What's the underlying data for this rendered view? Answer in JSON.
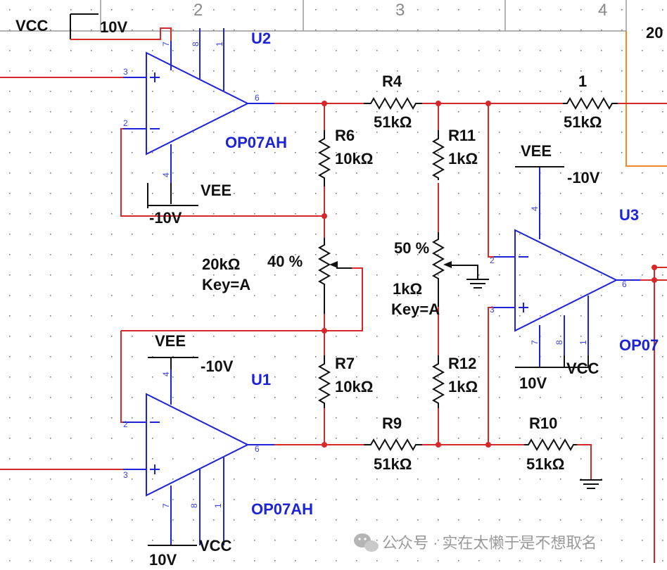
{
  "border_columns": [
    "2",
    "3",
    "4"
  ],
  "top_left": {
    "supply_label": "VCC",
    "supply_value": "10V"
  },
  "partial_value_right": "20",
  "u2": {
    "ref": "U2",
    "part": "OP07AH",
    "pins": {
      "in_plus": "3",
      "in_minus": "2",
      "out": "6",
      "vplus": "7",
      "vminus": "4",
      "n8": "8",
      "n1": "1"
    },
    "vee_label": "VEE",
    "vee_value": "-10V"
  },
  "u1": {
    "ref": "U1",
    "part": "OP07AH",
    "pins": {
      "in_plus": "3",
      "in_minus": "2",
      "out": "6",
      "vplus": "7",
      "vminus": "4",
      "n8": "8",
      "n1": "1"
    },
    "vee_label": "VEE",
    "vee_value": "-10V",
    "vcc_label": "VCC",
    "vcc_value": "10V"
  },
  "u3": {
    "ref": "U3",
    "part": "OP07",
    "pins": {
      "in_plus": "3",
      "in_minus": "2",
      "out": "6",
      "vplus": "7",
      "vminus": "4",
      "n8": "8",
      "n1": "1"
    },
    "vee_label": "VEE",
    "vee_value": "-10V",
    "vcc_label": "VCC",
    "vcc_value": "10V"
  },
  "resistors": {
    "r4": {
      "ref": "R4",
      "value": "51kΩ"
    },
    "r1": {
      "ref": "1",
      "value": "51kΩ"
    },
    "r6": {
      "ref": "R6",
      "value": "10kΩ"
    },
    "r11": {
      "ref": "R11",
      "value": "1kΩ"
    },
    "r7": {
      "ref": "R7",
      "value": "10kΩ"
    },
    "r12": {
      "ref": "R12",
      "value": "1kΩ"
    },
    "r9": {
      "ref": "R9",
      "value": "51kΩ"
    },
    "r10": {
      "ref": "R10",
      "value": "51kΩ"
    }
  },
  "pot_gain": {
    "value": "20kΩ",
    "key": "Key=A",
    "percent": "40 %"
  },
  "pot_balance": {
    "value": "1kΩ",
    "key": "Key=A",
    "percent": "50 %"
  },
  "watermark": {
    "text": "公众号 · 实在太懒于是不想取名"
  },
  "colors": {
    "wire": "#d62828",
    "component": "#1c23d8",
    "label": "#111111",
    "probe": "#f08a24"
  }
}
